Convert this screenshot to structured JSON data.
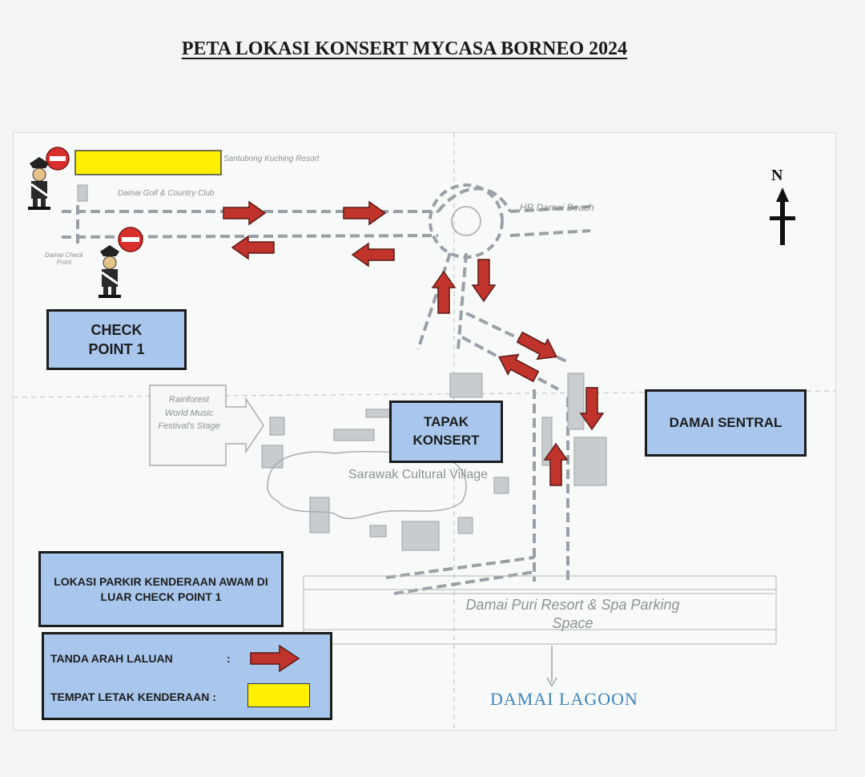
{
  "title": "PETA LOKASI KONSERT MYCASA BORNEO 2024",
  "colors": {
    "box_fill": "#a9c7ec",
    "arrow_red": "#c0342b",
    "parking_yellow": "#ffef00",
    "lagoon_blue": "#3d86b8"
  },
  "compass_label": "N",
  "map_labels": {
    "santubong": "Santubong Kuching Resort",
    "golf": "Damai Golf & Country Club",
    "hr_beach": "HR Damai Beach",
    "checkpoint_small": "Damai Check Point",
    "rainforest": "Rainforest World Music Festival's Stage",
    "cultural_village": "Sarawak Cultural Village",
    "parking_space": "Damai Puri Resort & Spa Parking Space"
  },
  "boxes": {
    "check_point": "CHECK POINT 1",
    "tapak_konsert": "TAPAK KONSERT",
    "damai_sentral": "DAMAI SENTRAL",
    "parking_public": "LOKASI  PARKIR KENDERAAN  AWAM DI LUAR CHECK POINT 1"
  },
  "legend": {
    "route_label": "TANDA ARAH  LALUAN",
    "parking_label": "TEMPAT LETAK KENDERAAN :",
    "colon": ":"
  },
  "icons": [
    "police-officer-icon",
    "stop-sign-icon",
    "compass-arrow-icon",
    "route-arrow-icon"
  ],
  "destination": "DAMAI LAGOON"
}
